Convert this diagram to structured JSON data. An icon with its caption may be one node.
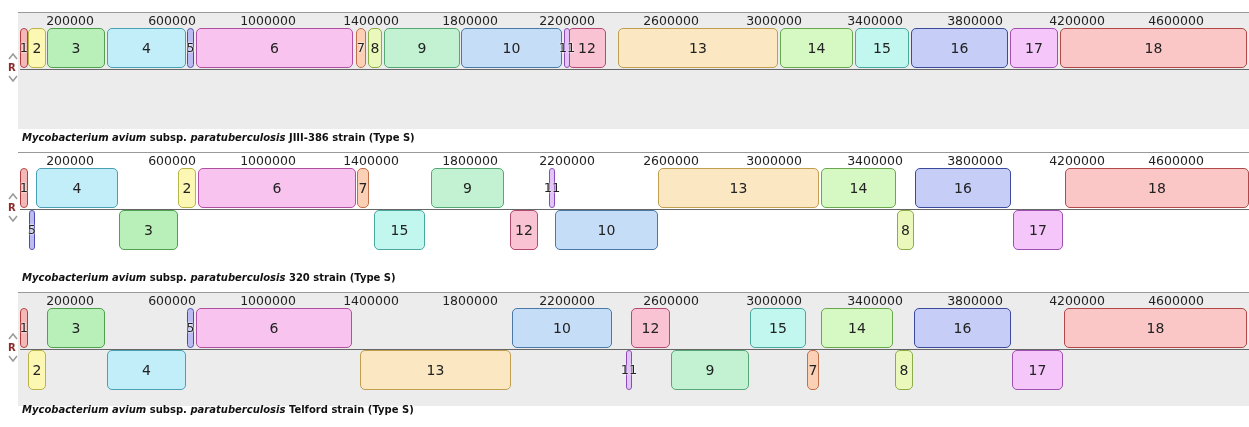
{
  "diagram": {
    "nodes": [
      {
        "text": [
          "1"
        ]
      },
      {
        "text": [
          "2"
        ]
      },
      {
        "text": [
          "3"
        ]
      },
      {
        "text": [
          "4"
        ]
      },
      {
        "text": [
          "5"
        ]
      },
      {
        "text": [
          "6"
        ]
      },
      {
        "text": [
          "7"
        ]
      },
      {
        "text": [
          "8"
        ]
      },
      {
        "text": [
          "9"
        ]
      },
      {
        "text": [
          "10"
        ]
      },
      {
        "text": [
          "11"
        ]
      },
      {
        "text": [
          "12"
        ]
      },
      {
        "text": [
          "13"
        ]
      },
      {
        "text": [
          "14"
        ]
      },
      {
        "text": [
          "15"
        ]
      },
      {
        "text": [
          "16"
        ]
      },
      {
        "text": [
          "17"
        ]
      },
      {
        "text": [
          "18"
        ]
      },
      {
        "text": [
          "1"
        ]
      },
      {
        "text": [
          "5"
        ]
      },
      {
        "text": [
          "4"
        ]
      },
      {
        "text": [
          "3"
        ]
      },
      {
        "text": [
          "2"
        ]
      },
      {
        "text": [
          "6"
        ]
      },
      {
        "text": [
          "7"
        ]
      },
      {
        "text": [
          "15"
        ]
      },
      {
        "text": [
          "9"
        ]
      },
      {
        "text": [
          "12"
        ]
      },
      {
        "text": [
          "11"
        ]
      },
      {
        "text": [
          "10"
        ]
      },
      {
        "text": [
          "13"
        ]
      },
      {
        "text": [
          "14"
        ]
      },
      {
        "text": [
          "8"
        ]
      },
      {
        "text": [
          "16"
        ]
      },
      {
        "text": [
          "17"
        ]
      },
      {
        "text": [
          "18"
        ]
      },
      {
        "text": [
          "1"
        ]
      },
      {
        "text": [
          "2"
        ]
      },
      {
        "text": [
          "3"
        ]
      },
      {
        "text": [
          "4"
        ]
      },
      {
        "text": [
          "5"
        ]
      },
      {
        "text": [
          "6"
        ]
      },
      {
        "text": [
          "13"
        ]
      },
      {
        "text": [
          "10"
        ]
      },
      {
        "text": [
          "11"
        ]
      },
      {
        "text": [
          "12"
        ]
      },
      {
        "text": [
          "9"
        ]
      },
      {
        "text": [
          "15"
        ]
      },
      {
        "text": [
          "7"
        ]
      },
      {
        "text": [
          "14"
        ]
      },
      {
        "text": [
          "8"
        ]
      },
      {
        "text": [
          "16"
        ]
      },
      {
        "text": [
          "17"
        ]
      },
      {
        "text": [
          "18"
        ]
      }
    ],
    "labels": [
      "200000",
      "600000",
      "1000000",
      "1400000",
      "1800000",
      "2200000",
      "2600000",
      "3000000",
      "3400000",
      "3800000",
      "4200000",
      "4600000",
      "R",
      "*Mycobacterium avium* subsp. *paratuberculosis* JIII-386 strain  (Type S)",
      "200000",
      "600000",
      "1000000",
      "1400000",
      "1800000",
      "2200000",
      "2600000",
      "3000000",
      "3400000",
      "3800000",
      "4200000",
      "4600000",
      "R",
      "*Mycobacterium avium* subsp. *paratuberculosis* 320 strain  (Type S)",
      "200000",
      "600000",
      "1000000",
      "1400000",
      "1800000",
      "2200000",
      "2600000",
      "3000000",
      "3400000",
      "3800000",
      "4200000",
      "4600000",
      "R",
      "*Mycobacterium avium* subsp. *paratuberculosis* Telford strain  (Type S)"
    ]
  }
}
